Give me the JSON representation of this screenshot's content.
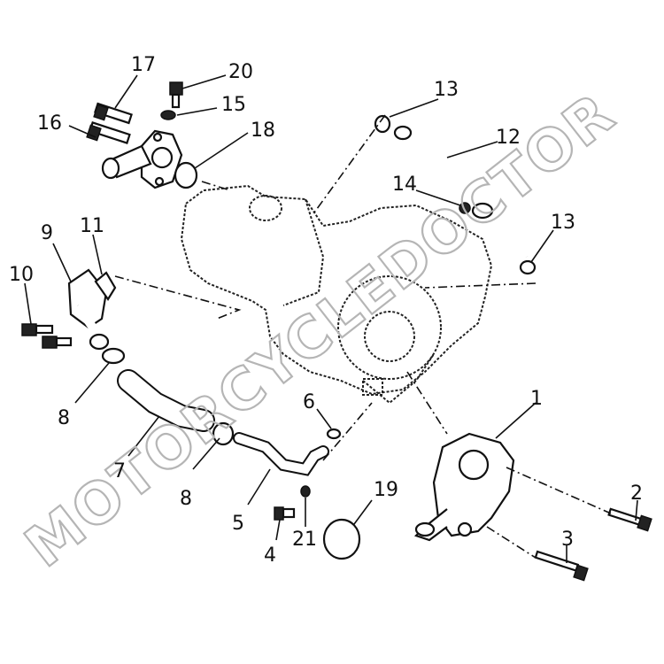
{
  "watermark": "MOTORCYCLEDOCTOR",
  "callouts": [
    "1",
    "2",
    "3",
    "4",
    "5",
    "6",
    "7",
    "8",
    "8",
    "9",
    "10",
    "11",
    "12",
    "13",
    "13",
    "14",
    "15",
    "16",
    "17",
    "18",
    "19",
    "20",
    "21"
  ]
}
